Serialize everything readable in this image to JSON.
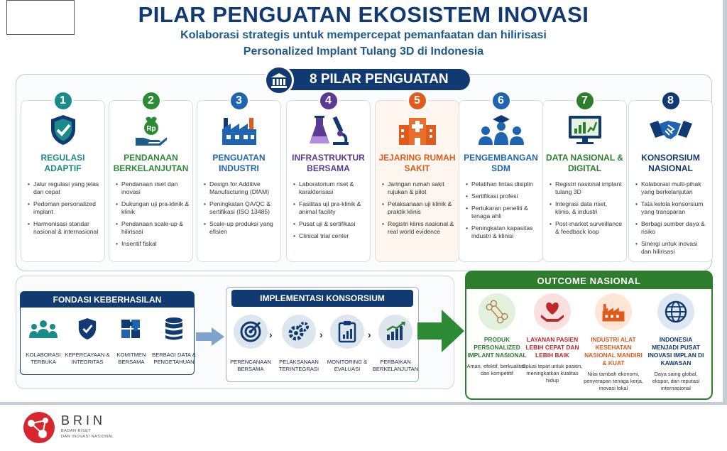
{
  "header": {
    "title": "PILAR PENGUATAN EKOSISTEM INOVASI",
    "subtitle_line1": "Kolaborasi strategis untuk mempercepat pemanfaatan dan hilirisasi",
    "subtitle_line2": "Personalized Implant Tulang 3D di Indonesia"
  },
  "banner": {
    "label": "8 PILAR PENGUATAN",
    "icon": "institution-icon"
  },
  "pillars": [
    {
      "number": "1",
      "title": "REGULASI ADAPTIF",
      "color": "#1a8a8a",
      "icon": "shield-check-icon",
      "points": [
        "Jalur regulasi yang jelas dan cepat",
        "Pedoman personalized implant",
        "Harmonisasi standar nasional & internasional"
      ]
    },
    {
      "number": "2",
      "title": "PENDANAAN BERKELANJUTAN",
      "color": "#2c8a35",
      "icon": "funding-hand-icon",
      "points": [
        "Pendanaan riset dan inovasi",
        "Dukungan uji pra-klinik & klinik",
        "Pendanaan scale-up & hilirisasi",
        "Insentif fiskal"
      ]
    },
    {
      "number": "3",
      "title": "PENGUATAN INDUSTRI",
      "color": "#1f64b0",
      "icon": "factory-icon",
      "points": [
        "Design for Additive Manufacturing (DfAM)",
        "Peningkatan QA/QC & sertifikasi (ISO 13485)",
        "Scale-up produksi yang efisien"
      ]
    },
    {
      "number": "4",
      "title": "INFRASTRUKTUR BERSAMA",
      "color": "#5b3a96",
      "icon": "lab-microscope-icon",
      "points": [
        "Laboratorium riset & karakterisasi",
        "Fasilitas uji pra-klinik & animal facility",
        "Pusat uji & sertifikasi",
        "Clinical trial center"
      ]
    },
    {
      "number": "5",
      "title": "JEJARING RUMAH SAKIT",
      "color": "#e05a1c",
      "icon": "hospital-icon",
      "points": [
        "Jaringan rumah sakit rujukan & pilot",
        "Pelaksanaan uji klinik & praktik klinis",
        "Registri klinis nasional & real world evidence"
      ]
    },
    {
      "number": "6",
      "title": "PENGEMBANGAN SDM",
      "color": "#1f64b0",
      "icon": "graduates-icon",
      "points": [
        "Pelatihan lintas disiplin",
        "Sertifikasi profesi",
        "Pertukaran peneliti & tenaga ahli",
        "Peningkatan kapasitas industri & klinisi"
      ]
    },
    {
      "number": "7",
      "title": "DATA NASIONAL & DIGITAL",
      "color": "#2c7d2c",
      "icon": "data-monitor-icon",
      "points": [
        "Registri nasional implant tulang 3D",
        "Integrasi data riset, klinis, & industri",
        "Post-market surveillance & feedback loop"
      ]
    },
    {
      "number": "8",
      "title": "KONSORSIUM NASIONAL",
      "color": "#123a72",
      "icon": "handshake-icon",
      "points": [
        "Kolaborasi multi-pihak yang berkelanjutan",
        "Tata kelola konsorsium yang transparan",
        "Berbagi sumber daya & risiko",
        "Sinergi untuk inovasi dan hilirisasi"
      ]
    }
  ],
  "fondasi": {
    "title": "FONDASI KEBERHASILAN",
    "items": [
      {
        "label": "KOLABORASI TERBUKA",
        "icon": "people-group-icon"
      },
      {
        "label": "KEPERCAYAAN & INTEGRITAS",
        "icon": "shield-check-icon"
      },
      {
        "label": "KOMITMEN BERSAMA",
        "icon": "puzzle-hands-icon"
      },
      {
        "label": "BERBAGI DATA & PENGETAHUAN",
        "icon": "database-icon"
      }
    ]
  },
  "implementasi": {
    "title": "IMPLEMENTASI KONSORSIUM",
    "items": [
      {
        "label": "PERENCANAAN BERSAMA",
        "icon": "target-icon"
      },
      {
        "label": "PELAKSANAAN TERINTEGRASI",
        "icon": "gears-icon"
      },
      {
        "label": "MONITORING & EVALUASI",
        "icon": "clipboard-chart-icon"
      },
      {
        "label": "PERBAIKAN BERKELANJUTAN",
        "icon": "growth-chart-icon"
      }
    ]
  },
  "outcome": {
    "title": "OUTCOME NASIONAL",
    "items": [
      {
        "title": "PRODUK PERSONALIZED IMPLANT NASIONAL",
        "desc": "Aman, efektif, berkualitas, dan kompetitif",
        "color": "#2c7d2c",
        "bg": "#e3f1dc",
        "icon": "bone-icon"
      },
      {
        "title": "LAYANAN PASIEN LEBIH CEPAT DAN LEBIH BAIK",
        "desc": "Solusi tepat untuk pasien, meningkatkan kualitas hidup",
        "color": "#c0272d",
        "bg": "#fbe0e0",
        "icon": "heart-hands-icon"
      },
      {
        "title": "INDUSTRI ALAT KESEHATAN NASIONAL MANDIRI & KUAT",
        "desc": "Nilai tambah ekonomi, penyerapan tenaga kerja, inovasi lokal",
        "color": "#e05a1c",
        "bg": "#fde6d6",
        "icon": "factory-icon"
      },
      {
        "title": "INDONESIA MENJADI PUSAT INOVASI IMPLAN DI KAWASAN",
        "desc": "Daya saing global, ekspor, dan reputasi internasional",
        "color": "#123a72",
        "bg": "#dde6f3",
        "icon": "globe-icon"
      }
    ]
  },
  "footer": {
    "brand": "BRIN",
    "sub_line1": "BADAN RISET",
    "sub_line2": "DAN INOVASI NASIONAL",
    "logo_color": "#d7262e"
  }
}
